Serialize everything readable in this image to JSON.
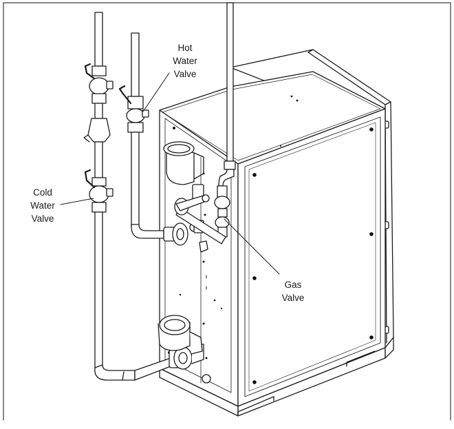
{
  "labels": {
    "hot_water_valve": [
      "Hot",
      "Water",
      "Valve"
    ],
    "cold_water_valve": [
      "Cold",
      "Water",
      "Valve"
    ],
    "gas_valve": [
      "Gas",
      "Valve"
    ]
  },
  "colors": {
    "line": "#1a1a1a",
    "fill": "#ffffff",
    "bolt": "#111111",
    "frame": "#3a3a3a"
  }
}
